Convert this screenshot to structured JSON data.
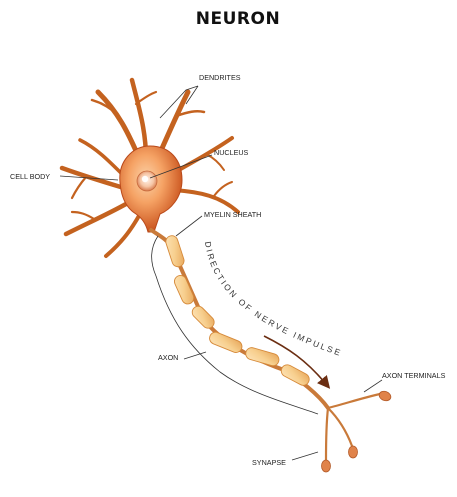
{
  "diagram": {
    "title": "NEURON",
    "labels": {
      "dendrites": "DENDRITES",
      "nucleus": "NUCLEUS",
      "cell_body": "CELL BODY",
      "myelin_sheath": "MYELIN SHEATH",
      "axon": "AXON",
      "axon_terminals": "AXON TERMINALS",
      "synapse": "SYNAPSE",
      "impulse_direction": "DIRECTION OF NERVE IMPULSE"
    },
    "colors": {
      "body_core": "#f5a264",
      "body_edge": "#c9521c",
      "dendrite": "#c4621f",
      "nucleus": "#f6c6a6",
      "myelin_fill": "#f7cf8e",
      "myelin_edge": "#d68a3a",
      "axon": "#c97a3a",
      "terminal": "#e0834a",
      "arrow": "#6b2e12"
    }
  }
}
